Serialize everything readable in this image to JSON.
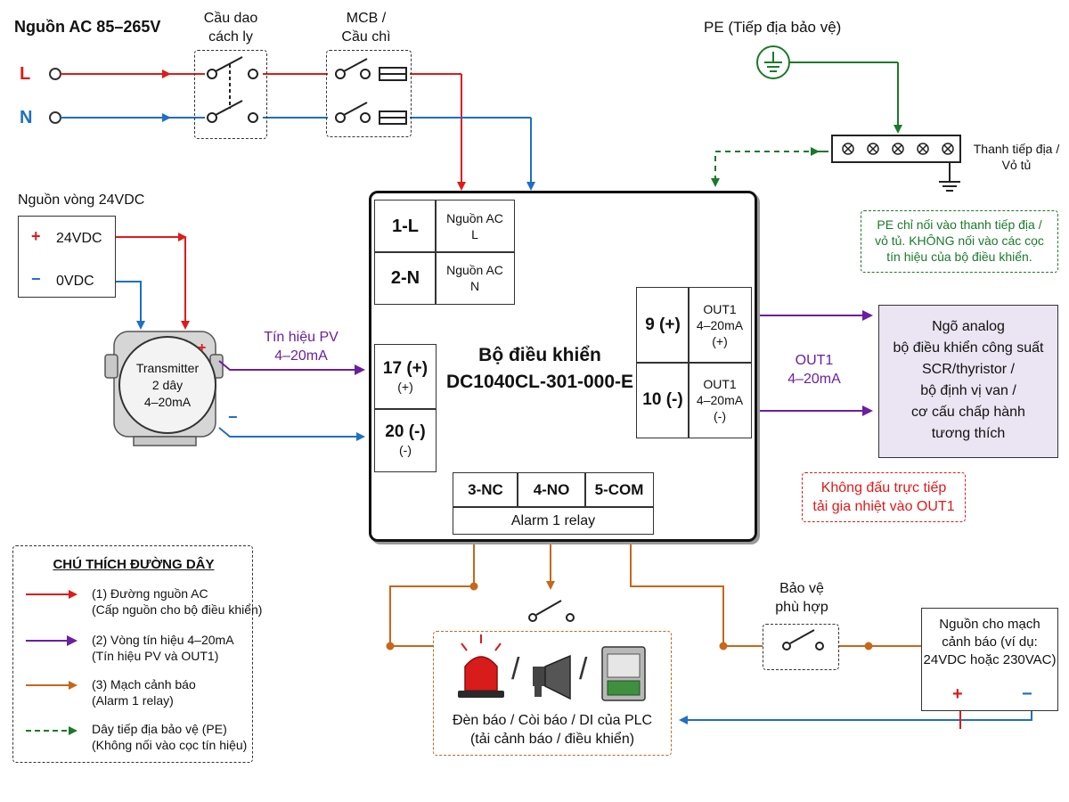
{
  "ac_source": {
    "title": "Nguồn AC 85–265V",
    "l": "L",
    "n": "N"
  },
  "isolator": {
    "line1": "Cầu dao",
    "line2": "cách ly"
  },
  "mcb": {
    "line1": "MCB /",
    "line2": "Cầu chì"
  },
  "pe": {
    "title": "PE (Tiếp địa bảo vệ)",
    "bar_line1": "Thanh tiếp địa /",
    "bar_line2": "Vỏ tủ",
    "note_line1": "PE chỉ nối vào thanh tiếp địa /",
    "note_line2": "vỏ tủ. KHÔNG nối vào các cọc",
    "note_line3": "tín hiệu của bộ điều khiển."
  },
  "dc_supply": {
    "title": "Nguồn vòng 24VDC",
    "plus_sign": "+",
    "plus_label": "24VDC",
    "minus_sign": "−",
    "minus_label": "0VDC"
  },
  "transmitter": {
    "line1": "Transmitter",
    "line2": "2 dây",
    "line3": "4–20mA",
    "plus": "+",
    "minus": "−"
  },
  "pv_signal": {
    "line1": "Tín hiệu PV",
    "line2": "4–20mA"
  },
  "controller": {
    "title_line1": "Bộ điều khiển",
    "title_line2": "DC1040CL-301-000-E",
    "t1": "1-L",
    "t1_desc_1": "Nguồn AC",
    "t1_desc_2": "L",
    "t2": "2-N",
    "t2_desc_1": "Nguồn AC",
    "t2_desc_2": "N",
    "t17": "17 (+)",
    "t17_sub": "(+)",
    "t20": "20 (-)",
    "t20_sub": "(-)",
    "t9": "9 (+)",
    "t9_desc_1": "OUT1",
    "t9_desc_2": "4–20mA",
    "t9_desc_3": "(+)",
    "t10": "10 (-)",
    "t10_desc_1": "OUT1",
    "t10_desc_2": "4–20mA",
    "t10_desc_3": "(-)",
    "t3": "3-NC",
    "t4": "4-NO",
    "t5": "5-COM",
    "alarm": "Alarm 1 relay"
  },
  "out1": {
    "line1": "OUT1",
    "line2": "4–20mA"
  },
  "analog_input": {
    "line1": "Ngõ analog",
    "line2": "bộ điều khiển công suất",
    "line3": "SCR/thyristor /",
    "line4": "bộ định vị van /",
    "line5": "cơ cấu chấp hành",
    "line6": "tương thích"
  },
  "warning": {
    "line1": "Không đấu trực tiếp",
    "line2": "tải gia nhiệt vào OUT1"
  },
  "protection": {
    "line1": "Bảo vệ",
    "line2": "phù hợp"
  },
  "alarm_supply": {
    "line1": "Nguồn cho mạch",
    "line2": "cảnh báo (ví dụ:",
    "line3": "24VDC hoặc 230VAC)",
    "plus": "+",
    "minus": "−"
  },
  "alarm_load": {
    "line1": "Đèn báo / Còi báo / DI của PLC",
    "line2": "(tải cảnh báo / điều khiển)",
    "sep": "/"
  },
  "legend": {
    "title": "CHÚ THÍCH ĐƯỜNG DÂY",
    "items": [
      {
        "line1": "(1) Đường nguồn AC",
        "line2": "(Cấp nguồn cho bộ điều khiển)"
      },
      {
        "line1": "(2) Vòng tín hiệu 4–20mA",
        "line2": "(Tín hiệu PV và OUT1)"
      },
      {
        "line1": "(3) Mạch cảnh báo",
        "line2": "(Alarm 1 relay)"
      },
      {
        "line1": "Dây tiếp địa bảo vệ (PE)",
        "line2": "(Không nối vào cọc tín hiệu)"
      }
    ]
  },
  "colors": {
    "ac": "#e01a1a",
    "neutral": "#1f6fc4",
    "signal": "#6a1fa0",
    "alarm": "#c8671a",
    "pe": "#1a7a2a"
  },
  "icons": [
    "switch-icon",
    "fuse-icon",
    "ground-icon",
    "beacon-icon",
    "horn-icon",
    "plc-icon"
  ]
}
